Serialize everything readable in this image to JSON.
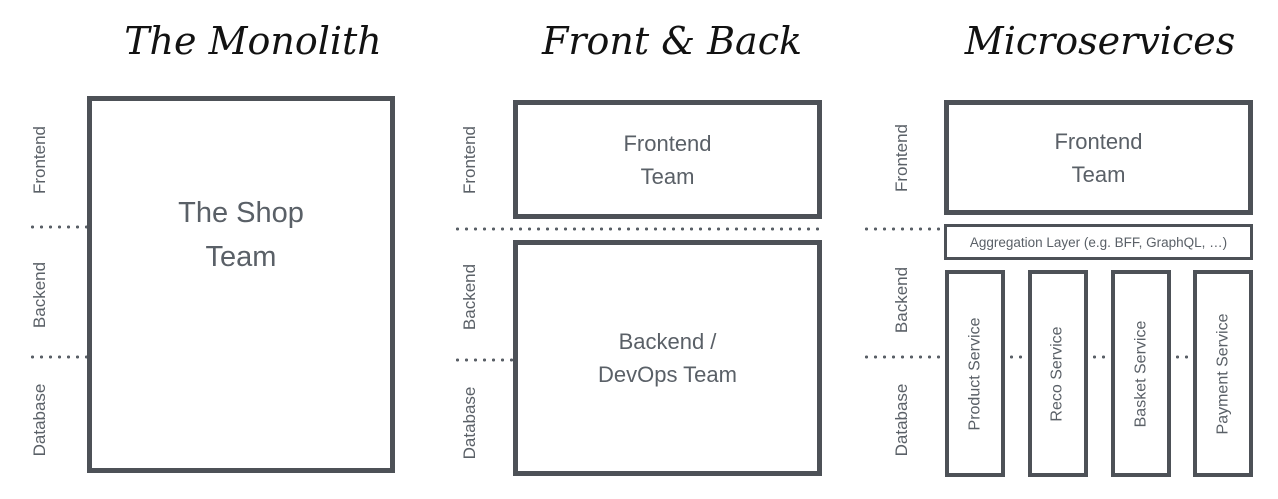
{
  "diagram": {
    "colors": {
      "border": "#4d5157",
      "text": "#5a6067",
      "title": "#121212"
    },
    "panels": [
      {
        "title": "The Monolith",
        "layers": [
          "Frontend",
          "Backend",
          "Database"
        ],
        "team_box": "The Shop\nTeam"
      },
      {
        "title": "Front & Back",
        "layers": [
          "Frontend",
          "Backend",
          "Database"
        ],
        "frontend_box": "Frontend\nTeam",
        "backend_box": "Backend /\nDevOps Team"
      },
      {
        "title": "Microservices",
        "layers": [
          "Frontend",
          "Backend",
          "Database"
        ],
        "frontend_box": "Frontend\nTeam",
        "aggregation_box": "Aggregation Layer (e.g. BFF, GraphQL, …)",
        "services": [
          "Product Service",
          "Reco Service",
          "Basket Service",
          "Payment Service"
        ]
      }
    ]
  }
}
